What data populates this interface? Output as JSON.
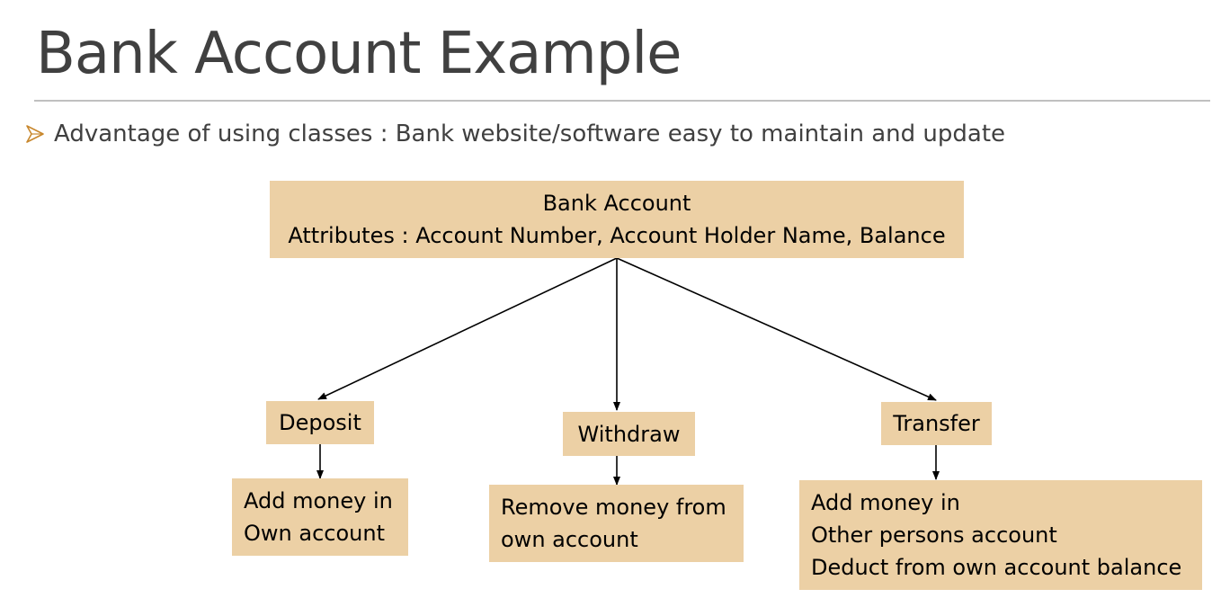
{
  "slide": {
    "title": "Bank Account Example",
    "bullet": "Advantage of using classes : Bank website/software easy to maintain and update"
  },
  "diagram": {
    "root": {
      "title": "Bank Account",
      "attributes": "Attributes : Account Number, Account Holder Name, Balance"
    },
    "methods": [
      {
        "label": "Deposit",
        "description": [
          "Add money in",
          "Own account"
        ]
      },
      {
        "label": "Withdraw",
        "description": [
          "Remove money from",
          "own account"
        ]
      },
      {
        "label": "Transfer",
        "description": [
          "Add money in",
          "Other persons account",
          "Deduct from own account balance"
        ]
      }
    ]
  },
  "colors": {
    "box_fill": "#ecd0a5",
    "bullet_arrow": "#c8882e",
    "title_text": "#404040",
    "connector": "#000000"
  },
  "icons": {
    "bullet": "arrow-bullet-icon"
  }
}
